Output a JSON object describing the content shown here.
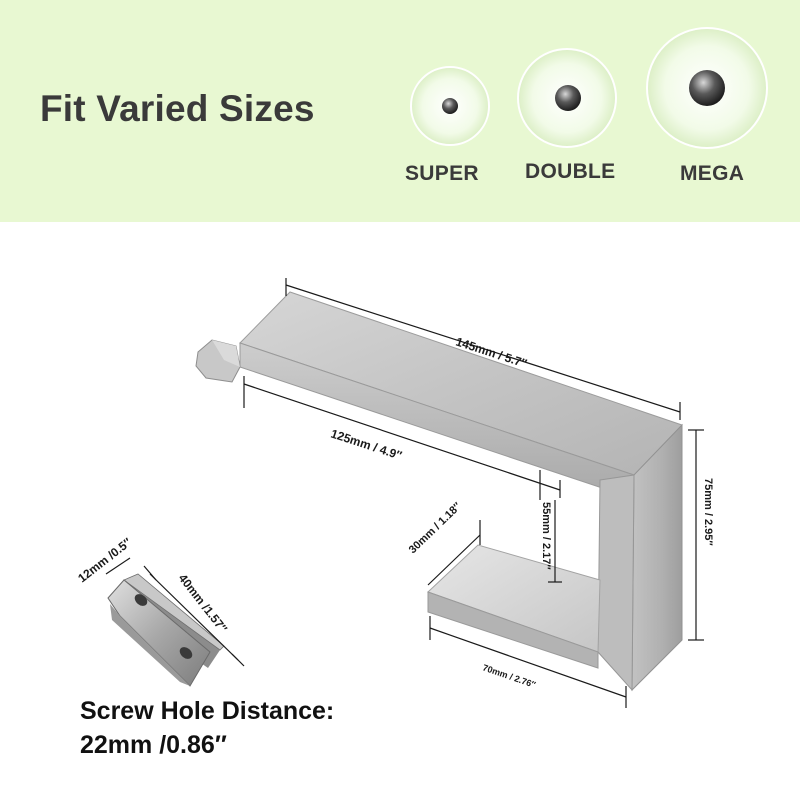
{
  "banner": {
    "title": "Fit Varied Sizes",
    "rolls": [
      {
        "label": "SUPER"
      },
      {
        "label": "DOUBLE"
      },
      {
        "label": "MEGA"
      }
    ],
    "background_color": "#e8f8d2"
  },
  "product": {
    "name_icon": "toilet-paper-holder-icon",
    "dimensions": {
      "top_length": "145mm / 5.7″",
      "inner_length": "125mm / 4.9″",
      "height": "75mm / 2.95″",
      "inner_height": "55mm / 2.17″",
      "base_height": "30mm / 1.18″",
      "base_width": "70mm / 2.76″"
    }
  },
  "bracket": {
    "icon": "mounting-bracket-icon",
    "width": "12mm /0.5″",
    "length": "40mm /1.57″",
    "caption_line1": "Screw Hole Distance:",
    "caption_line2": "22mm /0.86″"
  }
}
